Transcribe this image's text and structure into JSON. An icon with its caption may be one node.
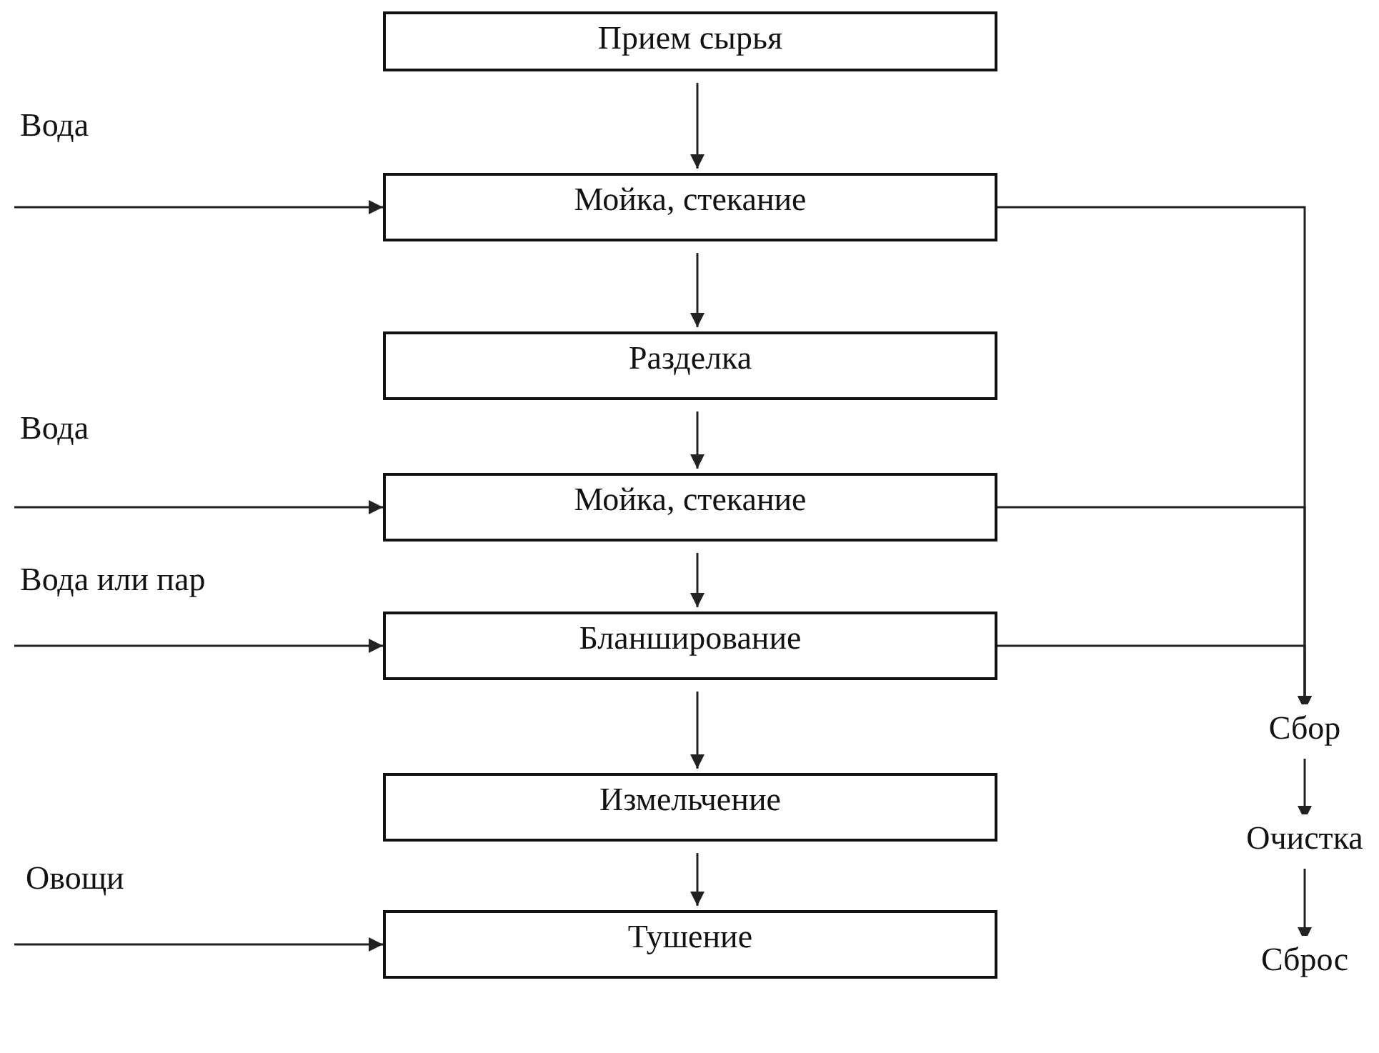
{
  "diagram": {
    "nodes": [
      {
        "text": [
          "Прием сырья"
        ]
      },
      {
        "text": [
          "Мойка, стекание"
        ]
      },
      {
        "text": [
          "Разделка"
        ]
      },
      {
        "text": [
          "Мойка, стекание"
        ]
      },
      {
        "text": [
          "Бланширование"
        ]
      },
      {
        "text": [
          "Измельчение"
        ]
      },
      {
        "text": [
          "Тушение"
        ]
      },
      {
        "text": [
          "Сбор"
        ]
      },
      {
        "text": [
          "Очистка"
        ]
      },
      {
        "text": [
          "Сброс"
        ]
      }
    ],
    "edges": [
      {
        "from": 0,
        "to": 1,
        "arrow": "to"
      },
      {
        "from": 1,
        "to": 2,
        "arrow": "to"
      },
      {
        "from": 2,
        "to": 3,
        "arrow": "to"
      },
      {
        "from": 3,
        "to": 4,
        "arrow": "to"
      },
      {
        "from": 4,
        "to": 5,
        "arrow": "to"
      },
      {
        "from": 5,
        "to": 6,
        "arrow": "to"
      },
      {
        "from": null,
        "to": 1,
        "arrow": "to"
      },
      {
        "from": null,
        "to": 3,
        "arrow": "to"
      },
      {
        "from": null,
        "to": 4,
        "arrow": "to"
      },
      {
        "from": null,
        "to": 6,
        "arrow": "to"
      },
      {
        "from": 1,
        "to": 7,
        "arrow": "to"
      },
      {
        "from": 3,
        "to": 7,
        "arrow": "to"
      },
      {
        "from": 4,
        "to": 7,
        "arrow": "to"
      },
      {
        "from": 7,
        "to": 8,
        "arrow": "to"
      },
      {
        "from": 8,
        "to": 9,
        "arrow": "to"
      }
    ],
    "labels": [
      "Вода",
      "Вода",
      "Вода или пар",
      "Овощи"
    ]
  }
}
